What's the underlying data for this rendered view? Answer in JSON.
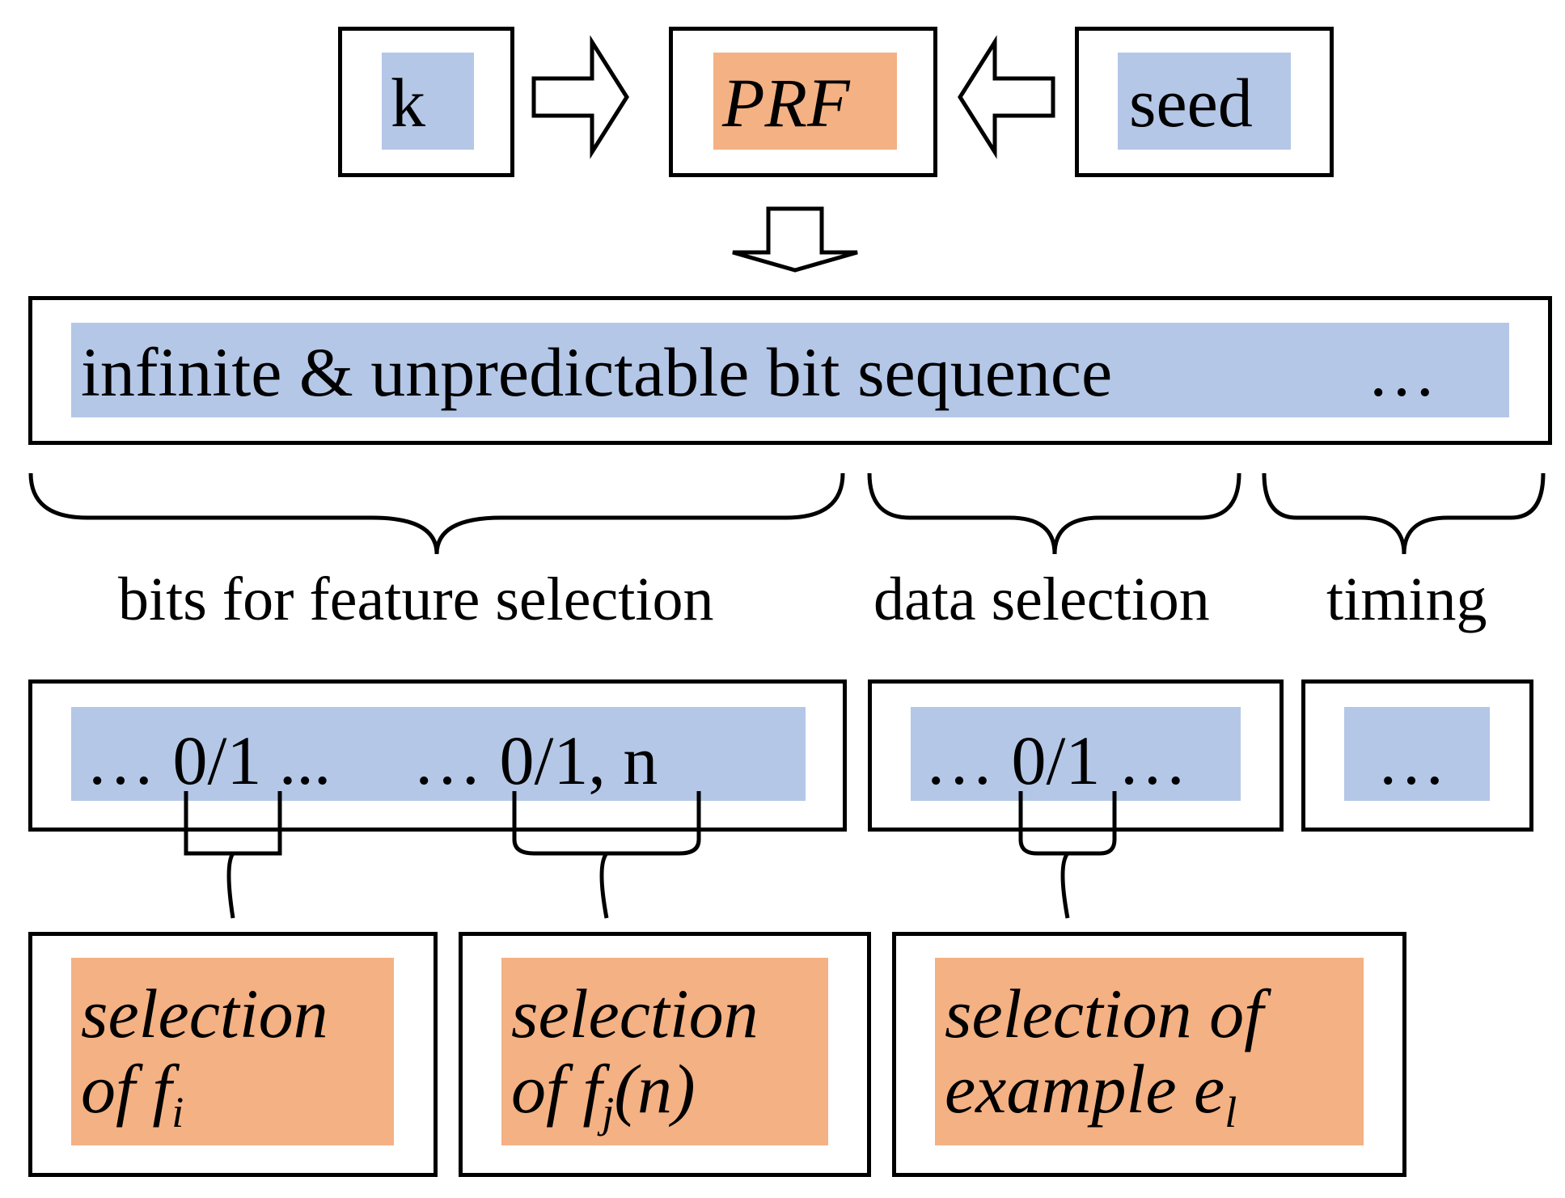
{
  "top": {
    "key": "k",
    "prf": "PRF",
    "seed": "seed"
  },
  "sequence": {
    "text": "infinite & unpredictable bit sequence",
    "ellipsis": "…"
  },
  "groups": {
    "feature": "bits for feature selection",
    "data": "data selection",
    "timing": "timing"
  },
  "bits": {
    "feature_a": "… 0/1 ...",
    "feature_b": "… 0/1, n",
    "data": "… 0/1 …",
    "timing": "…"
  },
  "outputs": {
    "o1": {
      "line1": "selection",
      "line2_text": "of f",
      "line2_sub": "i"
    },
    "o2": {
      "line1": "selection",
      "line2_text": "of f",
      "line2_sub": "j",
      "line2_tail": "(n)"
    },
    "o3": {
      "line1": "selection of",
      "line2_text": "example e",
      "line2_sub": "l"
    }
  },
  "colors": {
    "blue": "#b4c7e7",
    "orange": "#f4b183",
    "stroke": "#000000"
  }
}
